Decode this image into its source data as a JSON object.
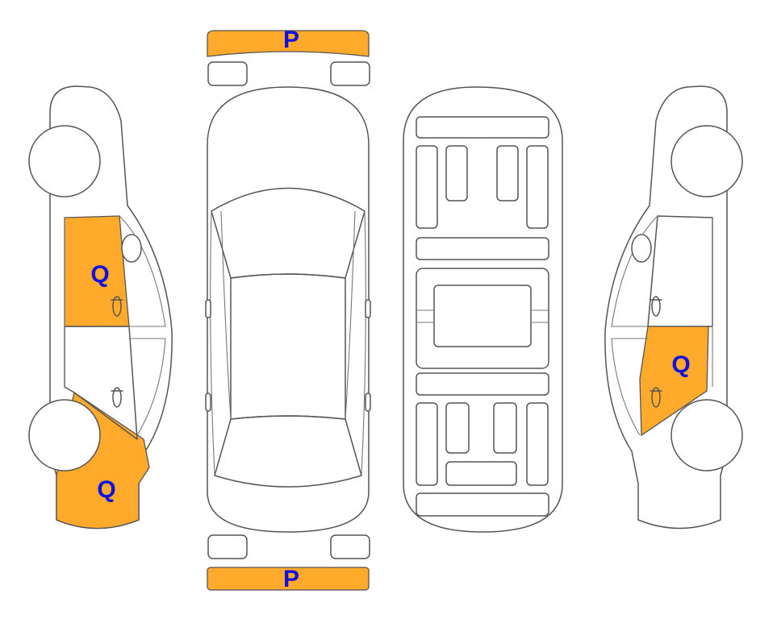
{
  "colors": {
    "damage_fill": "#ffaa2a",
    "label_text": "#1010e0",
    "outline": "#555555"
  },
  "labels": {
    "front_bumper": "P",
    "rear_bumper": "P",
    "left_front_door": "Q",
    "left_front_quarter": "Q",
    "right_rear_door": "Q"
  },
  "damaged_parts": [
    "front-bumper",
    "rear-bumper",
    "left-front-door",
    "left-front-quarter",
    "right-rear-door"
  ]
}
